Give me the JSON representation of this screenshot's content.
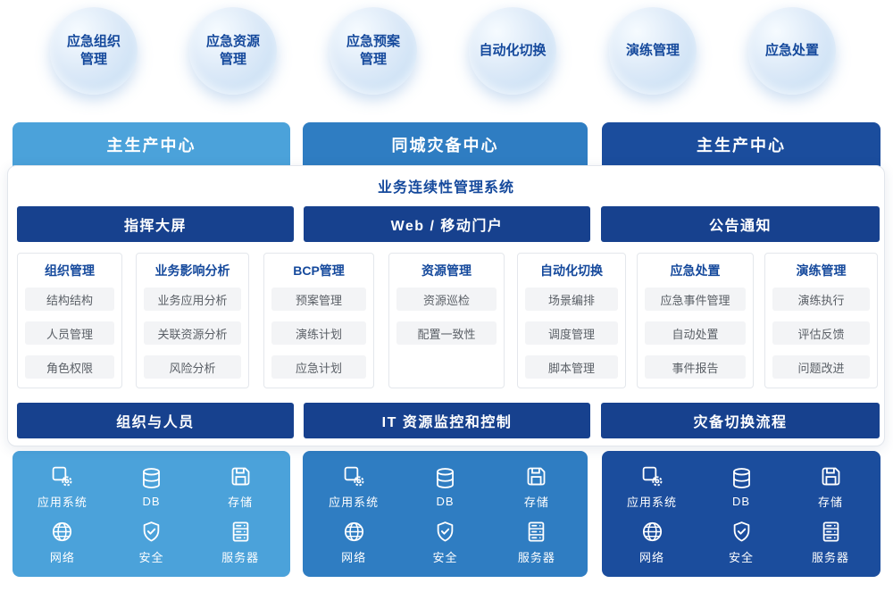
{
  "colors": {
    "light_blue": "#4BA2DA",
    "medium_blue": "#2F7DC2",
    "dark_blue": "#1B4D9D",
    "navy_bar": "#17418E",
    "accent_text_blue": "#15499C"
  },
  "bubbles": [
    {
      "label": "应急组织\n管理"
    },
    {
      "label": "应急资源\n管理"
    },
    {
      "label": "应急预案\n管理"
    },
    {
      "label": "自动化切换"
    },
    {
      "label": "演练管理"
    },
    {
      "label": "应急处置"
    }
  ],
  "centers": [
    {
      "label": "主生产中心"
    },
    {
      "label": "同城灾备中心"
    },
    {
      "label": "主生产中心"
    }
  ],
  "system": {
    "title": "业务连续性管理系统",
    "top_bars": [
      {
        "label": "指挥大屏"
      },
      {
        "label": "Web / 移动门户"
      },
      {
        "label": "公告通知"
      }
    ],
    "cards": [
      {
        "title": "组织管理",
        "items": [
          "结构结构",
          "人员管理",
          "角色权限"
        ]
      },
      {
        "title": "业务影响分析",
        "items": [
          "业务应用分析",
          "关联资源分析",
          "风险分析"
        ]
      },
      {
        "title": "BCP管理",
        "items": [
          "预案管理",
          "演练计划",
          "应急计划"
        ]
      },
      {
        "title": "资源管理",
        "items": [
          "资源巡检",
          "配置一致性"
        ]
      },
      {
        "title": "自动化切换",
        "items": [
          "场景编排",
          "调度管理",
          "脚本管理"
        ]
      },
      {
        "title": "应急处置",
        "items": [
          "应急事件管理",
          "自动处置",
          "事件报告"
        ]
      },
      {
        "title": "演练管理",
        "items": [
          "演练执行",
          "评估反馈",
          "问题改进"
        ]
      }
    ],
    "bottom_bars": [
      {
        "label": "组织与人员"
      },
      {
        "label": "IT 资源监控和控制"
      },
      {
        "label": "灾备切换流程"
      }
    ]
  },
  "infra": {
    "items": [
      {
        "icon": "application-icon",
        "label": "应用系统"
      },
      {
        "icon": "database-icon",
        "label": "DB"
      },
      {
        "icon": "storage-icon",
        "label": "存储"
      },
      {
        "icon": "network-icon",
        "label": "网络"
      },
      {
        "icon": "shield-icon",
        "label": "安全"
      },
      {
        "icon": "server-icon",
        "label": "服务器"
      }
    ]
  }
}
